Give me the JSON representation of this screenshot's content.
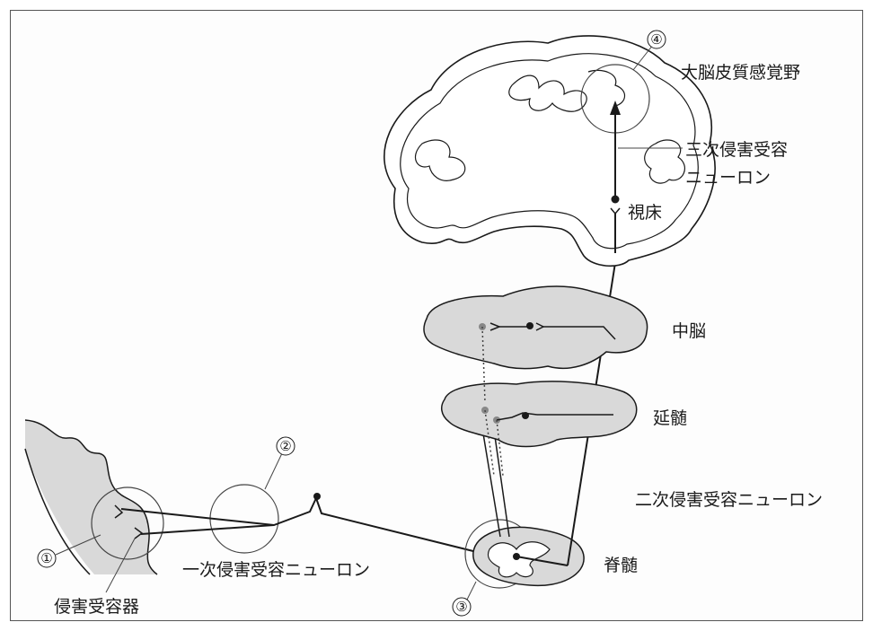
{
  "labels": {
    "cortex": "大脳皮質感覚野",
    "third_neuron_l1": "三次侵害受容",
    "third_neuron_l2": "ニューロン",
    "thalamus": "視床",
    "midbrain": "中脳",
    "medulla": "延髄",
    "second_neuron": "二次侵害受容ニューロン",
    "spinal_cord": "脊髄",
    "first_neuron": "一次侵害受容ニューロン",
    "nociceptor": "侵害受容器"
  },
  "markers": [
    "①",
    "②",
    "③",
    "④"
  ],
  "colors": {
    "tissue": "#d9d9d9",
    "line": "#1a1a1a"
  }
}
